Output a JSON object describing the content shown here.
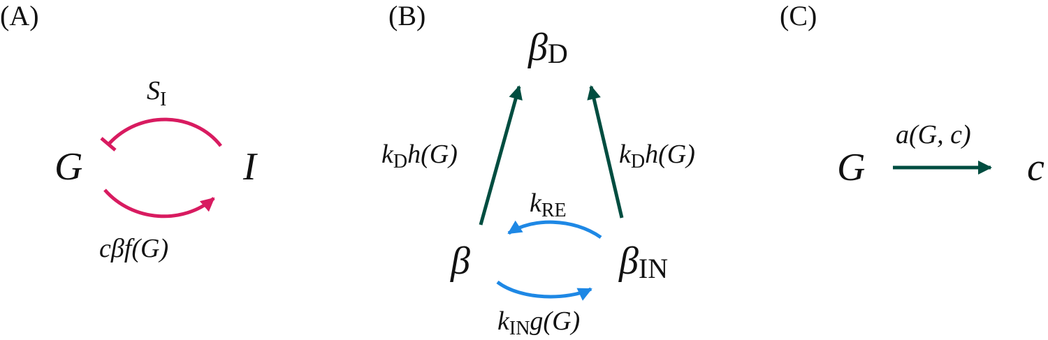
{
  "colors": {
    "inhibit": "#d81b60",
    "degrade": "#004d40",
    "transition": "#1e88e5",
    "text": "#111111"
  },
  "panels": {
    "a": {
      "label": "(A)",
      "node_g": "G",
      "node_i": "I",
      "edge_top": {
        "main": "S",
        "sub": "I"
      },
      "edge_bottom": "cβf(G)"
    },
    "b": {
      "label": "(B)",
      "node_beta_d": {
        "main": "β",
        "sub": "D"
      },
      "node_beta": "β",
      "node_beta_in": {
        "main": "β",
        "sub": "IN"
      },
      "edge_left": {
        "k": "k",
        "sub": "D",
        "rest": "h(G)"
      },
      "edge_right": {
        "k": "k",
        "sub": "D",
        "rest": "h(G)"
      },
      "edge_top": {
        "k": "k",
        "sub": "RE"
      },
      "edge_bottom": {
        "k": "k",
        "sub": "IN",
        "rest": "g(G)"
      }
    },
    "c": {
      "label": "(C)",
      "node_g": "G",
      "node_c": "c",
      "edge": "a(G, c)"
    }
  }
}
